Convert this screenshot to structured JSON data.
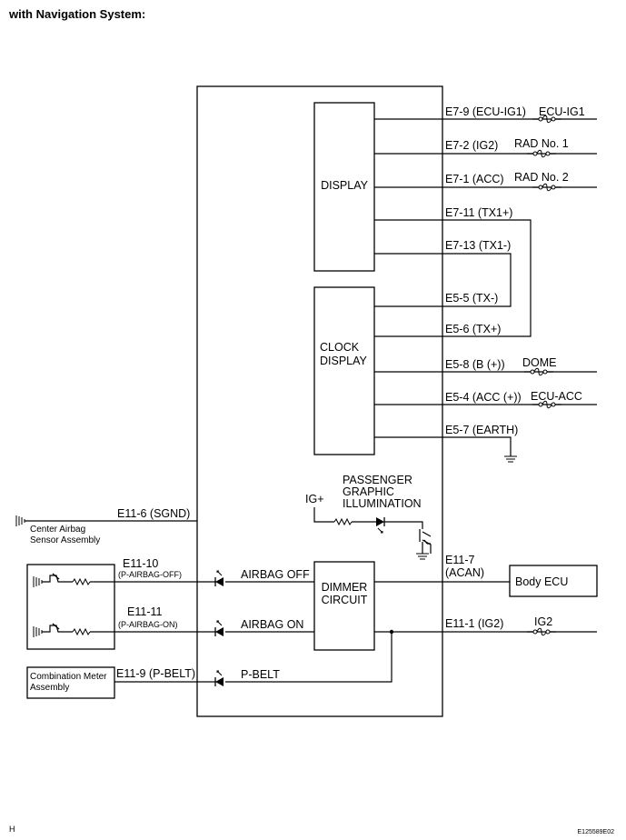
{
  "header": {
    "title": "with Navigation System:"
  },
  "footer": {
    "left_code": "H",
    "right_code": "E125589E02"
  },
  "components": {
    "display": "DISPLAY",
    "clock_display_line1": "CLOCK",
    "clock_display_line2": "DISPLAY",
    "dimmer_line1": "DIMMER",
    "dimmer_line2": "CIRCUIT",
    "body_ecu": "Body ECU",
    "center_airbag_line1": "Center Airbag",
    "center_airbag_line2": "Sensor Assembly",
    "combination_meter_line1": "Combination Meter",
    "combination_meter_line2": "Assembly",
    "passenger_illum_line1": "PASSENGER",
    "passenger_illum_line2": "GRAPHIC",
    "passenger_illum_line3": "ILLUMINATION",
    "ig_plus": "IG+"
  },
  "terminals": {
    "e7_9": "E7-9 (ECU-IG1)",
    "e7_2": "E7-2 (IG2)",
    "e7_1": "E7-1 (ACC)",
    "e7_11": "E7-11 (TX1+)",
    "e7_13": "E7-13 (TX1-)",
    "e5_5": "E5-5 (TX-)",
    "e5_6": "E5-6 (TX+)",
    "e5_8": "E5-8 (B (+))",
    "e5_4": "E5-4 (ACC (+))",
    "e5_7": "E5-7 (EARTH)",
    "e11_6": "E11-6 (SGND)",
    "e11_10": "E11-10",
    "e11_10_sub": "(P-AIRBAG-OFF)",
    "e11_11": "E11-11",
    "e11_11_sub": "(P-AIRBAG-ON)",
    "e11_9": "E11-9 (P-BELT)",
    "e11_7": "E11-7",
    "e11_7_sub": "(ACAN)",
    "e11_1": "E11-1 (IG2)"
  },
  "fuses": {
    "ecu_ig1": "ECU-IG1",
    "rad_no1": "RAD No. 1",
    "rad_no2": "RAD No. 2",
    "dome": "DOME",
    "ecu_acc": "ECU-ACC",
    "ig2": "IG2"
  },
  "indicators": {
    "airbag_off": "AIRBAG OFF",
    "airbag_on": "AIRBAG ON",
    "p_belt": "P-BELT"
  }
}
